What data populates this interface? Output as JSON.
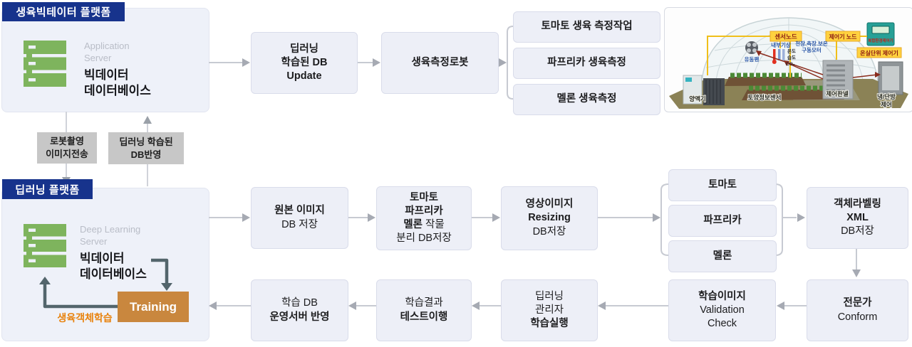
{
  "colors": {
    "navy_header": "#17338c",
    "box_fill": "#edeff7",
    "box_border": "#d9dcea",
    "container_fill": "#eef1f9",
    "gray_label_fill": "#c7c7c7",
    "training_orange": "#c9873e",
    "annotation_orange": "#e8820d",
    "server_icon_green": "#7eb45d",
    "arrow_gray": "#a6aab3",
    "dark_arrow": "#53656c",
    "greenhouse_label_yellow": "#ffd23f",
    "greenhouse_label_text": "#8a1a12",
    "greenhouse_blue_text": "#2b57a8"
  },
  "platform_top": {
    "header": "생육빅테이터 플랫폼",
    "server_caption": {
      "l1": "Application",
      "l2": "Server"
    },
    "server_title": {
      "l1": "빅데이터",
      "l2": "데이터베이스"
    }
  },
  "transfer": {
    "robot_capture": {
      "l1": "로봇촬영",
      "l2": "이미지전송"
    },
    "db_apply": {
      "l1": "딥러닝 학습된",
      "l2": "DB반영"
    }
  },
  "top_flow": {
    "db_update": {
      "l1": "딥러닝",
      "l2": "학습된 DB",
      "l3": "Update"
    },
    "robot": "생육측정로봇",
    "tasks": [
      "토마토 생육 측정작업",
      "파프리카 생육측정",
      "멜론 생육측정"
    ]
  },
  "platform_dl": {
    "header": "딥러닝 플랫폼",
    "server_caption": {
      "l1": "Deep Learning",
      "l2": "Server"
    },
    "server_title": {
      "l1": "빅데이터",
      "l2": "데이터베이스"
    },
    "training": "Training",
    "annotation": "생육객체학습"
  },
  "pipeline": {
    "origin": {
      "l1": "원본 이미지",
      "l2": "DB 저장"
    },
    "split": {
      "l1": "토마토",
      "l2": "파프리카",
      "l3a": "멜론",
      "l3b": "작물",
      "l4": "분리 DB저장"
    },
    "resize": {
      "l1": "영상이미지",
      "l2": "Resizing",
      "l3": "DB저장"
    },
    "crops": [
      "토마토",
      "파프리카",
      "멜론"
    ],
    "labeling": {
      "l1": "객체라벨링",
      "l2": "XML",
      "l3": "DB저장"
    }
  },
  "review": {
    "expert": {
      "l1": "전문가",
      "l2": "Conform"
    },
    "validation": {
      "l1": "학습이미지",
      "l2": "Validation",
      "l3": "Check"
    },
    "exec": {
      "l1": "딥러닝",
      "l2": "관리자",
      "l3": "학습실행"
    },
    "test": {
      "l1": "학습결과",
      "l2": "테스트이행"
    },
    "deploy": {
      "l1": "학습 DB",
      "l2": "운영서버 반영"
    }
  },
  "greenhouse": {
    "sensor_node": "센서노드",
    "controller_node": "제어기 노드",
    "unit_controller": "온실단위 제어기",
    "complex_controller": "복합환경제어기",
    "indoor_weather": "내부기상",
    "motor_l1": "천장.측장.보온",
    "motor_l2": "구동모터",
    "fan": "유동팬",
    "temp": "온도",
    "humidity": "습도",
    "co2": "CO₂",
    "nutrient": "양액기",
    "soil_sensor": "토양정보센서",
    "control_panel": "제어판넬",
    "hvac_l1": "냉/난방",
    "hvac_l2": "제어"
  }
}
